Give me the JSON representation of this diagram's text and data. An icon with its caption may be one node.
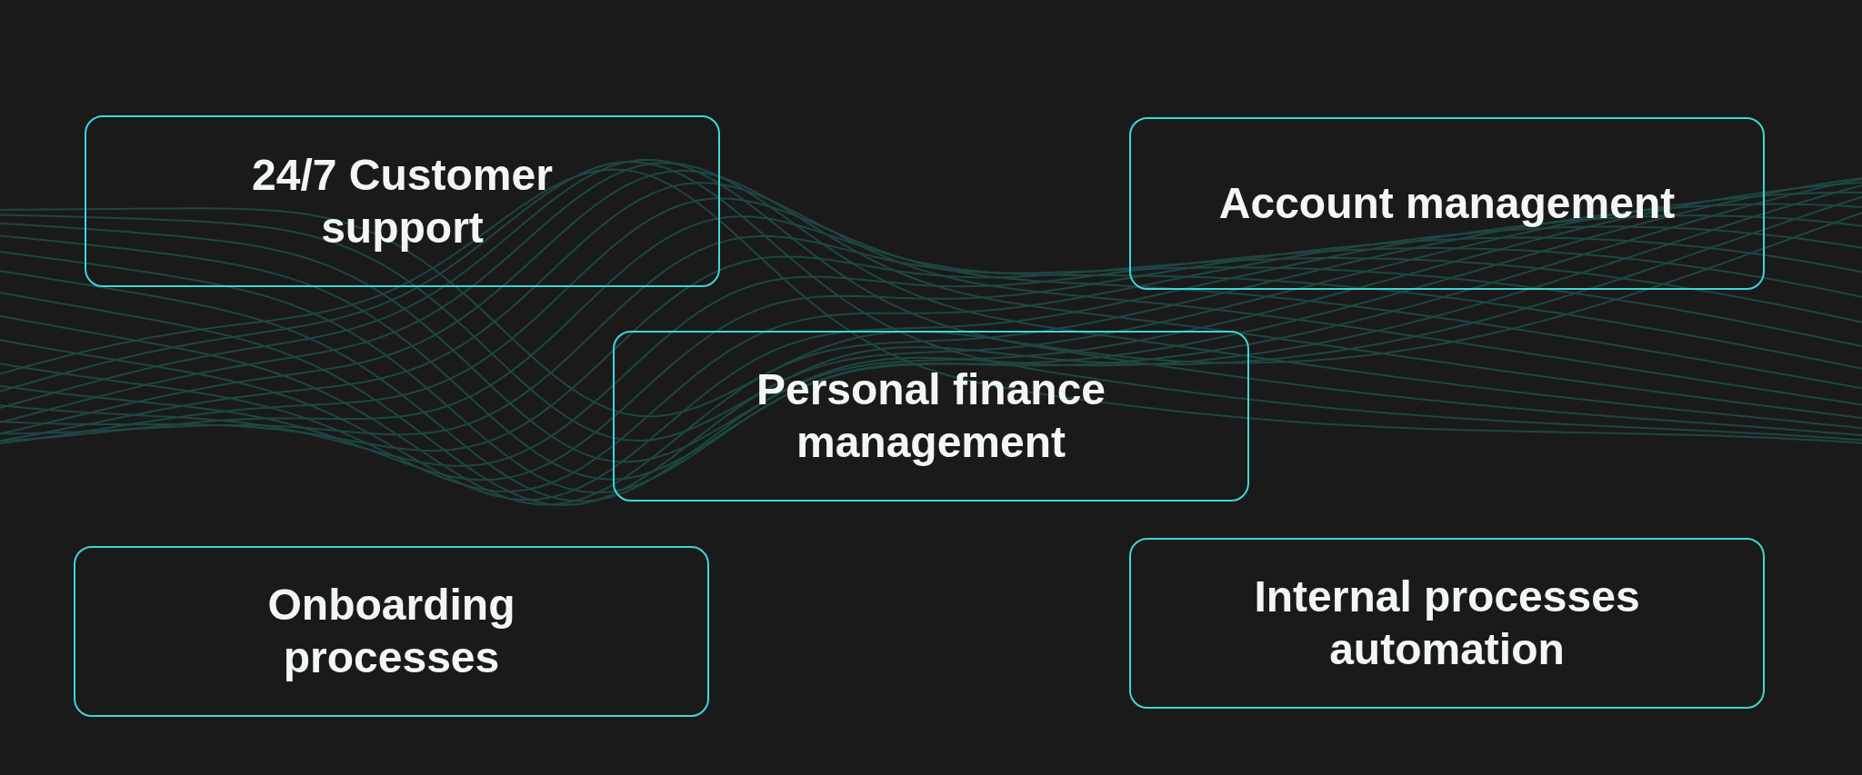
{
  "diagram": {
    "nodes": [
      {
        "text": [
          "24/7 Customer support"
        ]
      },
      {
        "text": [
          "Account management"
        ]
      },
      {
        "text": [
          "Personal finance management"
        ]
      },
      {
        "text": [
          "Onboarding processes"
        ]
      },
      {
        "text": [
          "Internal processes automation"
        ]
      }
    ]
  }
}
